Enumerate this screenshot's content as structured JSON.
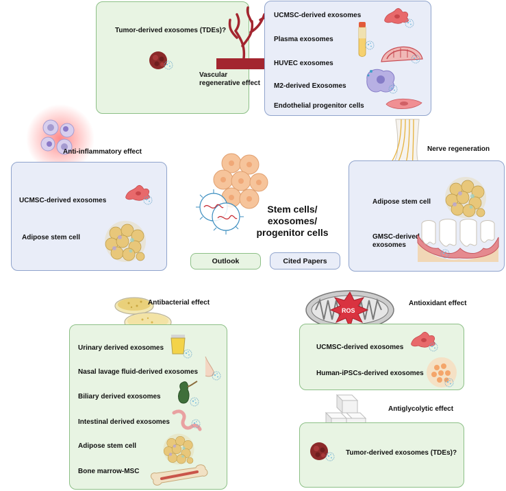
{
  "center": {
    "title_line1": "Stem cells/",
    "title_line2": "exosomes/",
    "title_line3": "progenitor cells"
  },
  "legend": {
    "outlook": "Outlook",
    "cited_papers": "Cited Papers"
  },
  "vascular": {
    "question": "Tumor-derived exosomes (TDEs)?",
    "effect_line1": "Vascular",
    "effect_line2": "regenerative effect",
    "items": [
      "UCMSC-derived exosomes",
      "Plasma exosomes",
      "HUVEC exosomes",
      "M2-derived Exosomes",
      "Endothelial progenitor cells"
    ]
  },
  "anti_inflammatory": {
    "title": "Anti-inflammatory effect",
    "items": [
      "UCMSC-derived exosomes",
      "Adipose stem cell"
    ]
  },
  "nerve": {
    "title": "Nerve regeneration",
    "item1": "Adipose stem cell",
    "item2_line1": "GMSC-derived",
    "item2_line2": "exosomes"
  },
  "antibacterial": {
    "title": "Antibacterial effect",
    "items": [
      "Urinary derived exosomes",
      "Nasal lavage fluid-derived exosomes",
      "Biliary derived exosomes",
      "Intestinal derived exosomes",
      "Adipose stem cell",
      "Bone marrow-MSC"
    ]
  },
  "antioxidant": {
    "title": "Antioxidant effect",
    "ros": "ROS",
    "items": [
      "UCMSC-derived exosomes",
      "Human-iPSCs-derived exosomes"
    ]
  },
  "antiglycolytic": {
    "title": "Antiglycolytic effect",
    "item": "Tumor-derived exosomes (TDEs)?"
  },
  "colors": {
    "green_panel": "#e8f4e3",
    "green_border": "#8cbf86",
    "blue_panel": "#e9edf8",
    "blue_border": "#8fa3cc",
    "vessel_red": "#a3252f",
    "msc_pink": "#e8696b",
    "fat_cell": "#e8c77a"
  }
}
